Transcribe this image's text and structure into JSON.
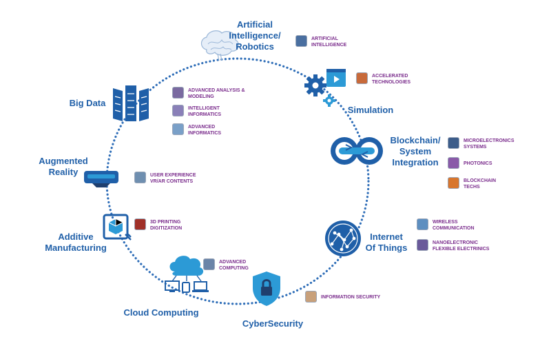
{
  "nodes": [
    {
      "id": "ai",
      "label": [
        "Artificial",
        "Intelligence/",
        "Robotics"
      ],
      "icon": "brain-icon",
      "subs": [
        {
          "icon": "chip-thumb-icon",
          "text": [
            "ARTIFICIAL",
            "INTELLIGENCE"
          ]
        }
      ]
    },
    {
      "id": "simulation",
      "label": [
        "Simulation"
      ],
      "icon": "gear-video-icon",
      "subs": [
        {
          "icon": "chip-thumb-icon",
          "text": [
            "ACCELERATED",
            "TECHNOLOGIES"
          ]
        }
      ]
    },
    {
      "id": "blockchain",
      "label": [
        "Blockchain/",
        "System",
        "Integration"
      ],
      "icon": "chain-link-icon",
      "subs": [
        {
          "icon": "chip-thumb-icon",
          "text": [
            "MICROELECTRONICS",
            "SYSTEMS"
          ]
        },
        {
          "icon": "chip-thumb-icon",
          "text": [
            "PHOTONICS"
          ]
        },
        {
          "icon": "chip-thumb-icon",
          "text": [
            "BLOCKCHAIN",
            "TECHS"
          ]
        }
      ]
    },
    {
      "id": "iot",
      "label": [
        "Internet",
        "Of Things"
      ],
      "icon": "network-globe-icon",
      "subs": [
        {
          "icon": "chip-thumb-icon",
          "text": [
            "WIRELESS",
            "COMMUNICATION"
          ]
        },
        {
          "icon": "chip-thumb-icon",
          "text": [
            "NANOELECTRONIC",
            "FLEXIBLE ELECTRINICS"
          ]
        }
      ]
    },
    {
      "id": "cybersecurity",
      "label": [
        "CyberSecurity"
      ],
      "icon": "shield-lock-icon",
      "subs": [
        {
          "icon": "chip-thumb-icon",
          "text": [
            "INFORMATION SECURITY"
          ]
        }
      ]
    },
    {
      "id": "cloud",
      "label": [
        "Cloud Computing"
      ],
      "icon": "cloud-devices-icon",
      "subs": [
        {
          "icon": "chip-thumb-icon",
          "text": [
            "ADVANCED",
            "COMPUTING"
          ]
        }
      ]
    },
    {
      "id": "additive",
      "label": [
        "Additive",
        "Manufacturing"
      ],
      "icon": "3d-printer-icon",
      "subs": [
        {
          "icon": "chip-thumb-icon",
          "text": [
            "3D PRINTING",
            "DIGITIZATION"
          ]
        }
      ]
    },
    {
      "id": "ar",
      "label": [
        "Augmented",
        "Reality"
      ],
      "icon": "vr-headset-icon",
      "subs": [
        {
          "icon": "chip-thumb-icon",
          "text": [
            "USER EXPERIENCE",
            "VR/AR CONTENTS"
          ]
        }
      ]
    },
    {
      "id": "bigdata",
      "label": [
        "Big Data"
      ],
      "icon": "server-rack-icon",
      "subs": [
        {
          "icon": "chip-thumb-icon",
          "text": [
            "ADVANCED ANALYSIS &",
            "MODELING"
          ]
        },
        {
          "icon": "chip-thumb-icon",
          "text": [
            "INTELLIGENT",
            "INFORMATICS"
          ]
        },
        {
          "icon": "chip-thumb-icon",
          "text": [
            "ADVANCED",
            "INFORMATICS"
          ]
        }
      ]
    }
  ],
  "colors": {
    "ring": "#2f6eb8",
    "label": "#1f5fa8",
    "sublabel": "#7a2c8c",
    "icon": "#1f5fa8",
    "iconLight": "#2c9ad6"
  }
}
